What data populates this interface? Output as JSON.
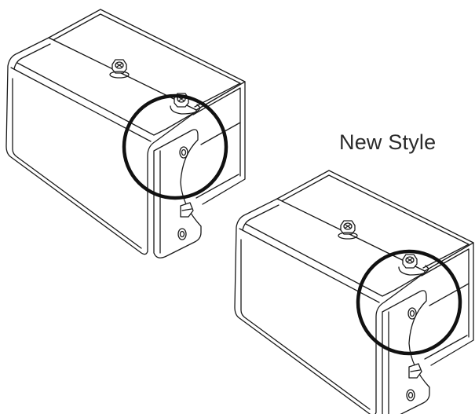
{
  "labels": {
    "new_style": "New Style"
  },
  "colors": {
    "line": "#1a1a1a",
    "highlight_circle": "#111111",
    "background": "#ffffff"
  },
  "figures": [
    {
      "name": "old-style-bracket",
      "highlighted_detail": "corner-clip"
    },
    {
      "name": "new-style-bracket",
      "highlighted_detail": "corner-clip"
    }
  ]
}
